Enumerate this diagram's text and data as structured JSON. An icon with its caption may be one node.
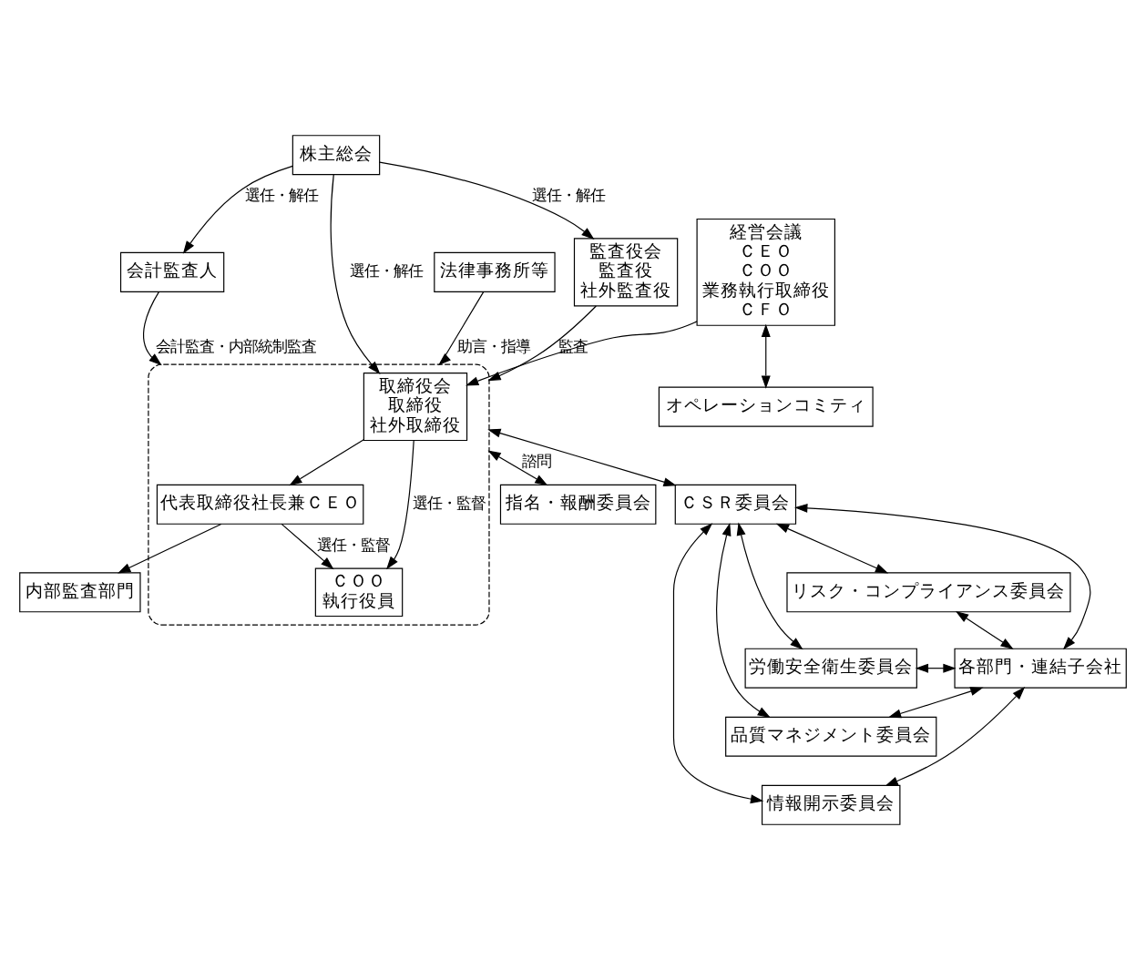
{
  "diagram": {
    "nodes": [
      {
        "text": [
          "株主総会"
        ]
      },
      {
        "text": [
          "経営会議",
          "ＣＥＯ",
          "ＣＯＯ",
          "業務執行取締役",
          "ＣＦＯ"
        ]
      },
      {
        "text": [],
        "shape": "box"
      },
      {
        "text": [
          "取締役会",
          "取締役",
          "社外取締役"
        ],
        "in": 2
      },
      {
        "text": [
          "監査役会",
          "監査役",
          "社外監査役"
        ]
      },
      {
        "text": [
          "会計監査人"
        ]
      },
      {
        "text": [
          "法律事務所等"
        ]
      },
      {
        "text": [
          "指名・報酬委員会"
        ]
      },
      {
        "text": [
          "ＣＳＲ委員会"
        ]
      },
      {
        "text": [
          "オペレーションコミティ"
        ]
      },
      {
        "text": [
          "リスク・コンプライアンス委員会"
        ]
      },
      {
        "text": [
          "労働安全衛生委員会"
        ]
      },
      {
        "text": [
          "品質マネジメント委員会"
        ]
      },
      {
        "text": [
          "情報開示委員会"
        ]
      },
      {
        "text": [
          "各部門・連結子会社"
        ]
      },
      {
        "text": [
          "代表取締役社長兼ＣＥＯ"
        ],
        "in": 2
      },
      {
        "text": [
          "ＣＯＯ",
          "執行役員"
        ],
        "in": 2
      },
      {
        "text": [
          "内部監査部門"
        ]
      }
    ],
    "edges": [
      {
        "from": 0,
        "to": 3,
        "arrow": "to",
        "label": "選任・解任"
      },
      {
        "from": 0,
        "to": 4,
        "arrow": "to",
        "label": "選任・解任"
      },
      {
        "from": 0,
        "to": 5,
        "arrow": "to",
        "label": "選任・解任"
      },
      {
        "from": 1,
        "to": 3,
        "arrow": "to"
      },
      {
        "from": 1,
        "to": 9,
        "arrow": "both"
      },
      {
        "from": 4,
        "to": 2,
        "arrow": "to",
        "label": "監査"
      },
      {
        "from": 5,
        "to": 2,
        "arrow": "to",
        "label": "会計監査・内部統制監査"
      },
      {
        "from": 6,
        "to": 2,
        "arrow": "to",
        "label": "助言・指導"
      },
      {
        "from": 2,
        "to": 7,
        "arrow": "both",
        "label": "諮問"
      },
      {
        "from": 2,
        "to": 8,
        "arrow": "both"
      },
      {
        "from": 8,
        "to": 14,
        "arrow": "both"
      },
      {
        "from": 8,
        "to": 10,
        "arrow": "both"
      },
      {
        "from": 8,
        "to": 11,
        "arrow": "both"
      },
      {
        "from": 8,
        "to": 12,
        "arrow": "both"
      },
      {
        "from": 8,
        "to": 13,
        "arrow": "both"
      },
      {
        "from": 10,
        "to": 14,
        "arrow": "both"
      },
      {
        "from": 11,
        "to": 14,
        "arrow": "both"
      },
      {
        "from": 12,
        "to": 14,
        "arrow": "both"
      },
      {
        "from": 13,
        "to": 14,
        "arrow": "both"
      },
      {
        "from": 3,
        "to": 15,
        "arrow": "to"
      },
      {
        "from": 3,
        "to": 16,
        "arrow": "to",
        "label": "選任・監督"
      },
      {
        "from": 15,
        "to": 16,
        "arrow": "to",
        "label": "選任・監督"
      },
      {
        "from": 15,
        "to": 17,
        "arrow": "to"
      }
    ]
  }
}
